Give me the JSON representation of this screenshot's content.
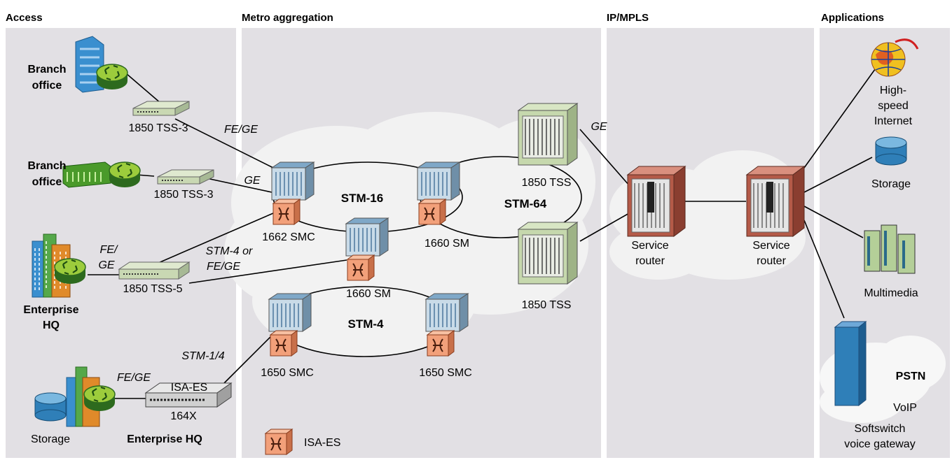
{
  "sections": {
    "access": "Access",
    "metro": "Metro aggregation",
    "ipmpls": "IP/MPLS",
    "applications": "Applications"
  },
  "access": {
    "branch1_line1": "Branch",
    "branch1_line2": "office",
    "branch2_line1": "Branch",
    "branch2_line2": "office",
    "tss3_a": "1850 TSS-3",
    "tss3_b": "1850 TSS-3",
    "tss5": "1850 TSS-5",
    "enterprise_line1": "Enterprise",
    "enterprise_line2": "HQ",
    "isa_es": "ISA-ES",
    "dev_164x": "164X",
    "storage": "Storage",
    "enterprise_hq": "Enterprise HQ"
  },
  "links": {
    "fe_ge_1": "FE/GE",
    "ge_1": "GE",
    "fe_line1": "FE/",
    "fe_line2": "GE",
    "stm4_line1": "STM-4 or",
    "stm4_line2": "FE/GE",
    "stm14": "STM-1/4",
    "fe_ge_2": "FE/GE",
    "ge_2": "GE"
  },
  "metro": {
    "smc1662": "1662 SMC",
    "sm1660_a": "1660 SM",
    "sm1660_b": "1660 SM",
    "smc1650_a": "1650 SMC",
    "smc1650_b": "1650 SMC",
    "stm16": "STM-16",
    "stm64": "STM-64",
    "stm4": "STM-4",
    "tss_a": "1850 TSS",
    "tss_b": "1850 TSS",
    "legend": "ISA-ES"
  },
  "ipmpls": {
    "router1_line1": "Service",
    "router1_line2": "router",
    "router2_line1": "Service",
    "router2_line2": "router"
  },
  "applications": {
    "internet_line1": "High-",
    "internet_line2": "speed",
    "internet_line3": "Internet",
    "storage": "Storage",
    "multimedia": "Multimedia",
    "pstn": "PSTN",
    "voip": "VoIP",
    "softswitch_line1": "Softswitch",
    "softswitch_line2": "voice gateway"
  },
  "colors": {
    "panel": "#e2e0e4",
    "cloud": "#f2f2f2",
    "device_green": "#b4cf98",
    "router_red": "#b45a48",
    "storage_blue": "#2f7fb8",
    "building_blue": "#3a8fcf",
    "building_orange": "#e08a2a",
    "isa_orange": "#f2a07a"
  }
}
